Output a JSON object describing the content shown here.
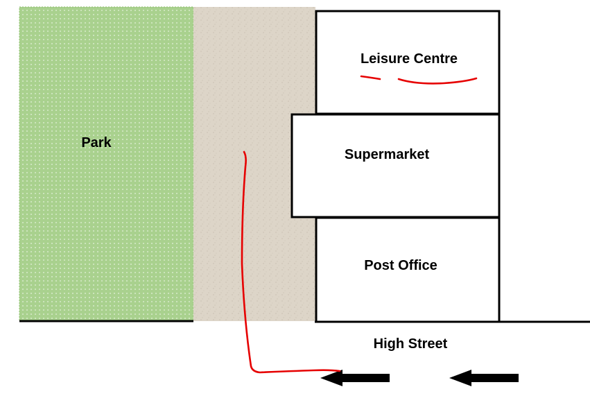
{
  "map": {
    "places": {
      "park": "Park",
      "leisure_centre": "Leisure Centre",
      "supermarket": "Supermarket",
      "post_office": "Post Office",
      "high_street": "High Street"
    },
    "colors": {
      "park_fill": "#a9d18e",
      "path_fill": "#ddd5c8",
      "building_fill": "#ffffff",
      "outline": "#000000",
      "route_annotation": "#e60000",
      "arrow": "#000000"
    },
    "traffic_arrows": {
      "count": 2,
      "direction": "left"
    },
    "annotations": {
      "route_color": "red",
      "underline_under": "leisure_centre"
    }
  }
}
